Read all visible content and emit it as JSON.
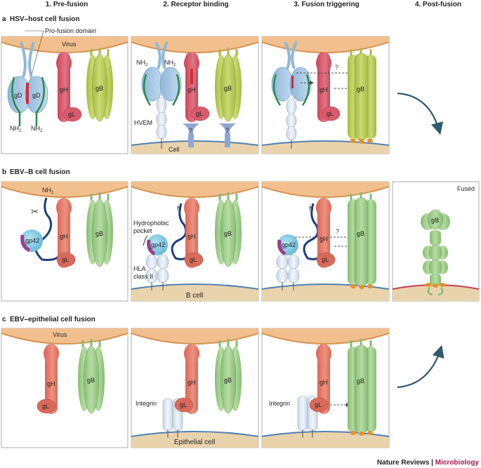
{
  "stages": [
    "1. Pre-fusion",
    "2. Receptor binding",
    "3. Fusion triggering",
    "4. Post-fusion"
  ],
  "rows": {
    "a": {
      "letter": "a",
      "title": "HSV–host cell fusion"
    },
    "b": {
      "letter": "b",
      "title": "EBV–B cell fusion"
    },
    "c": {
      "letter": "c",
      "title": "EBV–epithelial cell fusion"
    }
  },
  "labels": {
    "pro_fusion_domain": "Pro-fusion domain",
    "virus": "Virus",
    "cell": "Cell",
    "hvem": "HVEM",
    "nh2": "NH",
    "nh2_sub": "2",
    "n": "N",
    "gD": "gD",
    "gH": "gH",
    "gL": "gL",
    "gB": "gB",
    "gp42": "gp42",
    "question": "?",
    "hydrophobic_line1": "Hydrophobic",
    "hydrophobic_line2": "pocket",
    "hla_line1": "HLA",
    "hla_line2": "class II",
    "b_cell": "B cell",
    "fused": "Fused",
    "integrin": "Integrin",
    "epithelial_cell": "Epithelial cell"
  },
  "credit": {
    "journal": "Nature Reviews",
    "separator": " | ",
    "subject": "Microbiology"
  },
  "colors": {
    "virus_membrane": "#f2c08e",
    "cell_membrane": "#e9d3ad",
    "membrane_line": "#4f82b4",
    "gD": "#9fc3e2",
    "gH": "#d85a6b",
    "gL": "#d85a6b",
    "gB_hsv": "#b9cc55",
    "gB_ebv": "#9fcf8a",
    "gp42": "#7fc7e0",
    "receptor": "#dce8f3",
    "ligand": "#8fa6d0"
  }
}
